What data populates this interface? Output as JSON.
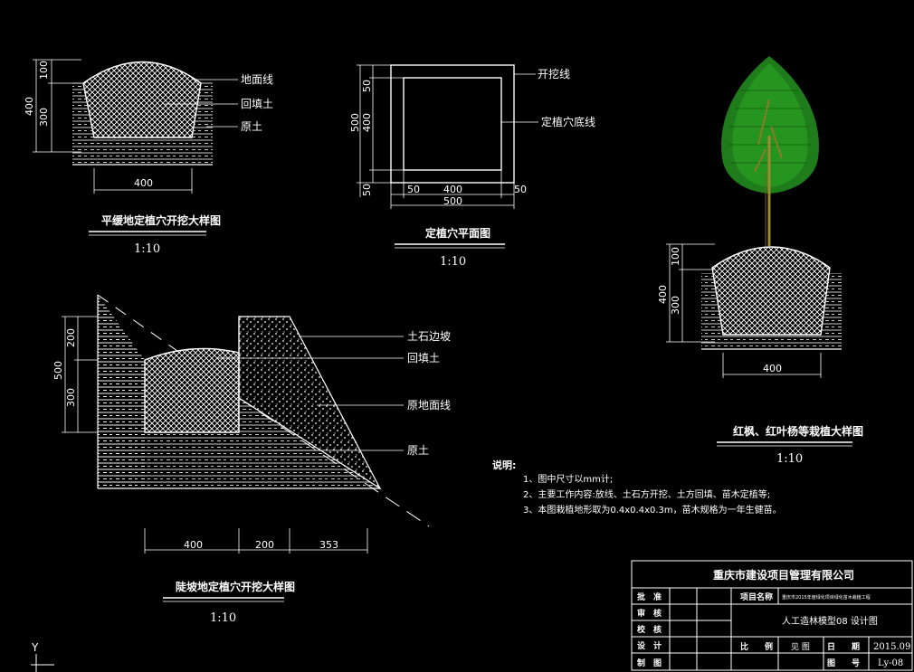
{
  "drawing1": {
    "title": "平缓地定植穴开挖大样图",
    "scale": "1:10",
    "dim_100": "100",
    "dim_300": "300",
    "dim_400v": "400",
    "dim_400h": "400",
    "label_ground": "地面线",
    "label_backfill": "回填土",
    "label_soil": "原土"
  },
  "drawing2": {
    "title": "定植穴平面图",
    "scale": "1:10",
    "label_excavation": "开挖线",
    "label_pit": "定植穴底线",
    "dim_top50": "50",
    "dim_500v": "500",
    "dim_400v": "400",
    "dim_bot50": "50",
    "dim_h50a": "50",
    "dim_h400": "400",
    "dim_h50b": "50",
    "dim_h500": "500"
  },
  "drawing3": {
    "title": "红枫、红叶杨等栽植大样图",
    "scale": "1:10",
    "dim_100": "100",
    "dim_300": "300",
    "dim_400v": "400",
    "dim_400h": "400"
  },
  "drawing4": {
    "title": "陡坡地定植穴开挖大样图",
    "scale": "1:10",
    "dim_200": "200",
    "dim_300": "300",
    "dim_500": "500",
    "dim_h400": "400",
    "dim_h200": "200",
    "dim_h353": "353",
    "label_slope": "土石边坡",
    "label_backfill": "回填土",
    "label_ground": "原地面线",
    "label_soil": "原土"
  },
  "notes": {
    "heading": "说明:",
    "line1": "1、图中尺寸以mm计;",
    "line2": "2、主要工作内容:放线、土石方开挖、土方回填、苗木定植等;",
    "line3": "3、本图栽植地形取为0.4x0.4x0.3m，苗木规格为一年生健苗。"
  },
  "title_block": {
    "company": "重庆市建设项目管理有限公司",
    "approve": "批　准",
    "review": "审　核",
    "check": "校　核",
    "design": "设　计",
    "draw": "制　图",
    "project_name_label": "项目名称",
    "project_name": "重庆市2015年度绿化项目绿化苗木栽植工程",
    "drawing_name": "人工造林模型08 设计图",
    "scale_label": "比　　例",
    "scale_value": "见 图",
    "date_label": "日　　期",
    "date_value": "2015.09",
    "number_label": "图　　号",
    "number_value": "Ly-08"
  },
  "ucs_label": "Y"
}
